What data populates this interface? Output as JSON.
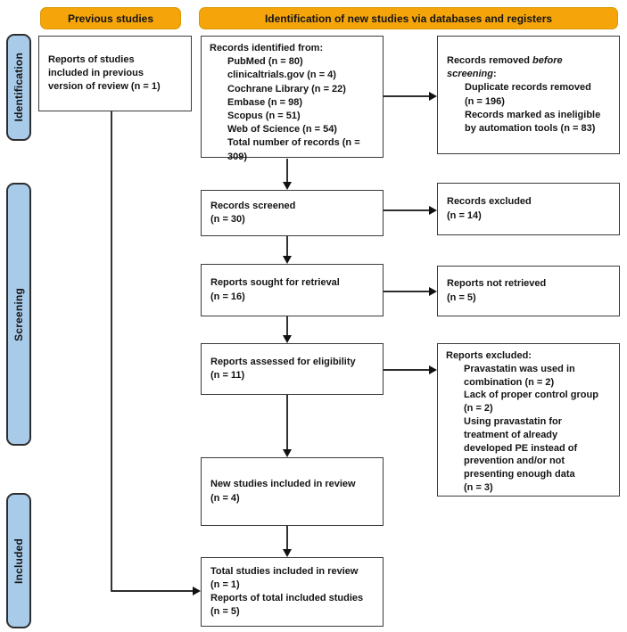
{
  "diagram": {
    "headers": {
      "previous": "Previous studies",
      "new_studies": "Identification of new studies via databases and registers"
    },
    "bands": {
      "identification": "Identification",
      "screening": "Screening",
      "included": "Included"
    },
    "colors": {
      "header_bg": "#F5A50A",
      "band_bg": "#A9CBEA",
      "box_border": "#3A3A3A",
      "arrow": "#111111"
    },
    "boxes": {
      "previous_reports": "Reports of studies\nincluded in previous\nversion of review (n = 1)",
      "identified": {
        "title": "Records identified from:",
        "items": "PubMed (n = 80)\nclinicaltrials.gov (n = 4)\nCochrane Library (n = 22)\nEmbase (n = 98)\nScopus (n = 51)\nWeb of Science (n = 54)\nTotal number of records (n =\n309)"
      },
      "removed": {
        "prefix": "Records removed ",
        "italic": "before screening",
        "suffix": ":",
        "items": "Duplicate records removed\n(n = 196)\nRecords marked as ineligible\nby automation tools (n = 83)"
      },
      "screened": "Records screened\n(n = 30)",
      "records_excluded": "Records excluded\n(n = 14)",
      "sought": "Reports sought for retrieval\n(n = 16)",
      "not_retrieved": "Reports not retrieved\n(n = 5)",
      "assessed": "Reports assessed for eligibility\n(n = 11)",
      "reports_excluded": {
        "title": "Reports excluded:",
        "items": "Pravastatin was used in\ncombination (n = 2)\nLack of proper control group\n(n = 2)\nUsing pravastatin for\ntreatment of already\ndeveloped PE instead of\nprevention and/or not\npresenting enough data\n(n = 3)"
      },
      "new_included": "New studies included in review\n(n = 4)",
      "total_included": "Total studies included in review\n(n = 1)\nReports of total included studies\n(n = 5)"
    }
  }
}
